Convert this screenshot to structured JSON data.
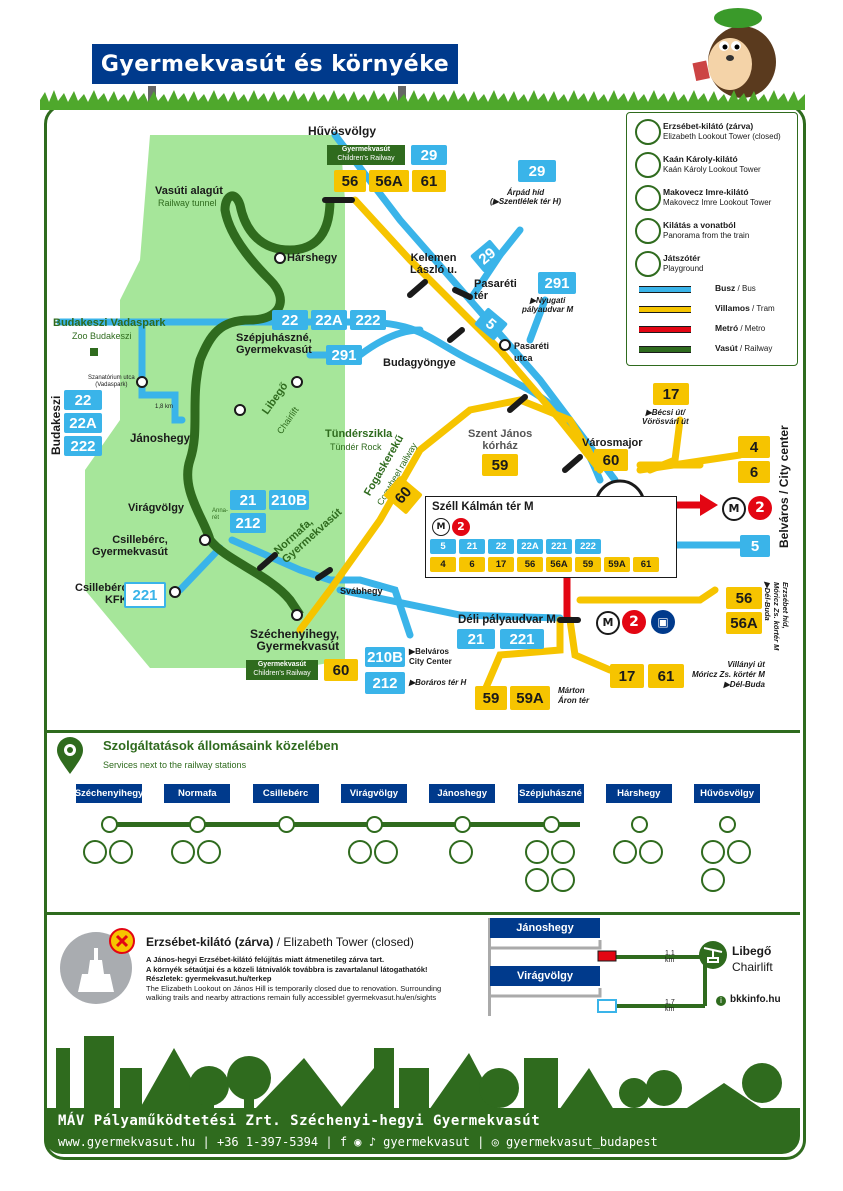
{
  "header": {
    "title": "Gyermekvasút és környéke"
  },
  "map": {
    "stations": {
      "huvosvolgy": "Hűvösvölgy",
      "harshegy": "Hárshegy",
      "szepjuhaszne": "Szépjuhászné,\nGyermekvasút",
      "janoshegy": "Jánoshegy",
      "viragvolgy": "Virágvölgy",
      "csillebérc": "Csillebérc,\nGyermekvasút",
      "normafa": "Normafa,\nGyermekvasút",
      "szechenyihegy": "Széchenyihegy,\nGyermekvasút",
      "csillebérc_kfki": "Csillebérc,\nKFKI",
      "budagyongye": "Budagyöngye",
      "kelemen": "Kelemen\nLászló u.",
      "pasareti_ter": "Pasaréti\ntér",
      "pasareti_utca": "Pasaréti\nutca",
      "varosmajor": "Városmajor",
      "szent_janos": "Szent János\nkórház",
      "svabhegy": "Svábhegy",
      "deli": "Déli pályaudvar M",
      "szell": "Széll Kálmán tér M",
      "anna_ret": "Anna-\nrét"
    },
    "places": {
      "vasuti_alagut": "Vasúti alagút",
      "vasuti_alagut_en": "Railway tunnel",
      "vadaspark": "Budakeszi Vadaspark",
      "vadaspark_en": "Zoo Budakeszi",
      "szanatorium": "Szanatórium utca\n(Vadaspark)",
      "km": "1,8 km",
      "libego": "Libegő",
      "libego_en": "Chairlift",
      "tunderszikla": "Tündérszikla",
      "tunderszikla_en": "Tündér Rock",
      "fogaskereku": "Fogaskerekű",
      "fogaskereku_en": "Cogwheel railway",
      "budakeszi": "Budakeszi",
      "varosmajor_right": "Belváros / City center"
    },
    "railway_label": "Gyermekvasút",
    "railway_label_en": "Children's Railway",
    "routes": {
      "huvosvolgy_blue": [
        "29"
      ],
      "huvosvolgy_yellow": [
        "56",
        "56A",
        "61"
      ],
      "szepjuhaszne_blue": [
        "22",
        "22A",
        "222"
      ],
      "budakeszi_blue": [
        "22",
        "22A",
        "222"
      ],
      "szepjuhaszne_291": "291",
      "viragvolgy_blue": [
        "21",
        "210B"
      ],
      "viragvolgy_212": "212",
      "kfki_221": "221",
      "szechenyi_yellow": "60",
      "fogas_60": "60",
      "szent_janos_59": "59",
      "varosmajor_60": "60",
      "arpad_29": "29",
      "arpad_text": "Árpád híd\n(▶Szentlélek tér H)",
      "pasaret_29": "29",
      "pasaret_5": "5",
      "nyugati_291": "291",
      "nyugati_text": "▶Nyugati\npályaudvar M",
      "becsi_17": "17",
      "becsi_text": "▶Bécsi út/\nVörösvári út",
      "right_4": "4",
      "right_6": "6",
      "right_5": "5",
      "metro_2": "2",
      "szell_blue": [
        "5",
        "21",
        "22",
        "22A",
        "221",
        "222"
      ],
      "szell_yellow": [
        "4",
        "6",
        "17",
        "56",
        "56A",
        "59",
        "59A",
        "61"
      ],
      "deli_blue": [
        "21",
        "221"
      ],
      "deli_210b": "210B",
      "deli_210b_text": "▶Belváros\nCity Center",
      "deli_212": "212",
      "deli_212_text": "▶Boráros tér H",
      "deli_59": "59",
      "deli_59a": "59A",
      "deli_59_text": "Márton\nÁron tér",
      "deli_17": "17",
      "deli_61": "61",
      "deli_17_text": "Villányi út\nMóricz Zs. körtér M\n▶Dél-Buda",
      "deli_56": "56",
      "deli_56a": "56A",
      "deli_56_text": "Erzsébet híd,\nMóricz Zs. körtér M\n▶Dél-Buda"
    }
  },
  "legend": {
    "items": [
      {
        "label": "Erzsébet-kilátó (zárva)",
        "sub": "Elizabeth Lookout Tower (closed)",
        "icon": "tower-closed-icon"
      },
      {
        "label": "Kaán Károly-kilátó",
        "sub": "Kaán Károly Lookout Tower",
        "icon": "tower-icon"
      },
      {
        "label": "Makovecz Imre-kilátó",
        "sub": "Makovecz Imre Lookout Tower",
        "icon": "tower-icon"
      },
      {
        "label": "Kilátás a vonatból",
        "sub": "Panorama from the train",
        "icon": "panorama-icon"
      },
      {
        "label": "Játszótér",
        "sub": "Playground",
        "icon": "playground-icon"
      }
    ],
    "lines": [
      {
        "label": "Busz",
        "sub": " / Bus",
        "color": "#3ab4e9"
      },
      {
        "label": "Villamos",
        "sub": " / Tram",
        "color": "#f6c400"
      },
      {
        "label": "Metró",
        "sub": " / Metro",
        "color": "#e30613"
      },
      {
        "label": "Vasút",
        "sub": " / Railway",
        "color": "#2f6b1e"
      }
    ]
  },
  "services": {
    "title": "Szolgáltatások állomásaink közelében",
    "subtitle": "Services next to the railway stations",
    "stations": [
      "Széchenyihegy",
      "Normafa",
      "Csillebérc",
      "Virágvölgy",
      "Jánoshegy",
      "Szépjuhászné",
      "Hárshegy",
      "Hűvösvölgy"
    ]
  },
  "info": {
    "heading_hu": "Erzsébet-kilátó (zárva)",
    "heading_sep": " / ",
    "heading_en": "Elizabeth Tower (closed)",
    "line1": "A János-hegyi Erzsébet-kilátó felújítás miatt átmenetileg zárva tart.",
    "line2": "A környék sétaútjai és a közeli látnivalók továbbra is zavartalanul látogathatók!",
    "line3": "Részletek: gyermekvasut.hu/terkep",
    "line4": "The Elizabeth Lookout on János Hill is temporarily closed due to renovation. Surrounding",
    "line5": "walking trails and nearby attractions remain fully accessible! gyermekvasut.hu/en/sights",
    "janoshegy": "Jánoshegy",
    "viragvolgy": "Virágvölgy",
    "km1": "1,1\nkm",
    "km2": "1,7\nkm",
    "libego": "Libegő",
    "chairlift": "Chairlift",
    "bkk": "bkkinfo.hu"
  },
  "footer": {
    "org": "MÁV Pályaműködtetési Zrt. Széchenyi-hegyi Gyermekvasút",
    "web": "www.gyermekvasut.hu",
    "sep1": " | ",
    "phone": "+36 1-397-5394",
    "sep2": " | ",
    "social1": "gyermekvasut",
    "social2": "gyermekvasut_budapest"
  },
  "colors": {
    "railway": "#2f6b1e",
    "bus": "#3ab4e9",
    "tram": "#f6c400",
    "metro": "#e30613",
    "brand": "#003a8c",
    "park": "#9be48f"
  }
}
